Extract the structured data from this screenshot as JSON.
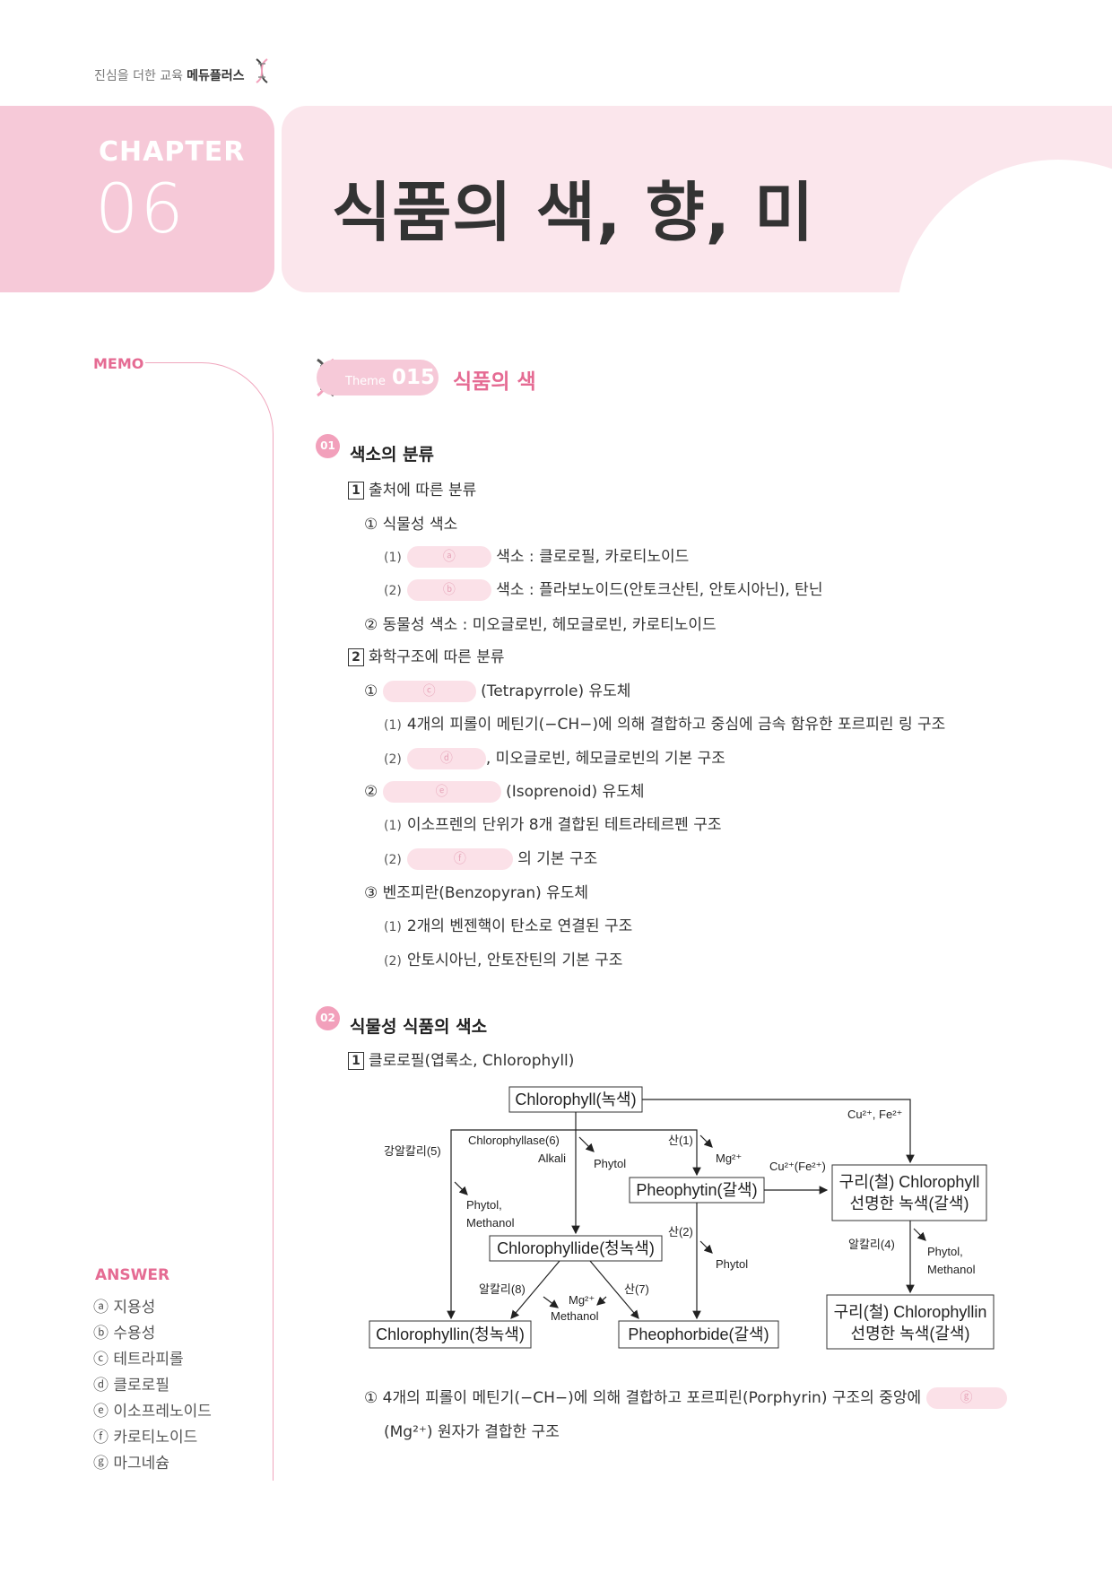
{
  "header": {
    "brand_prefix": "진심을 더한 교육",
    "brand_name": "메듀플러스"
  },
  "chapter": {
    "label": "CHAPTER",
    "number": "06",
    "title": "식품의 색, 향, 미"
  },
  "sidebar": {
    "memo_label": "MEMO",
    "answer_label": "ANSWER",
    "answers": [
      {
        "key": "ⓐ",
        "text": "지용성"
      },
      {
        "key": "ⓑ",
        "text": "수용성"
      },
      {
        "key": "ⓒ",
        "text": "테트라피롤"
      },
      {
        "key": "ⓓ",
        "text": "클로로필"
      },
      {
        "key": "ⓔ",
        "text": "이소프레노이드"
      },
      {
        "key": "ⓕ",
        "text": "카로티노이드"
      },
      {
        "key": "ⓖ",
        "text": "마그네슘"
      }
    ]
  },
  "theme": {
    "small": "Theme",
    "number": "015",
    "title": "식품의 색"
  },
  "section1": {
    "num": "01",
    "title": "색소의 분류",
    "h1_num": "1",
    "h1": "출처에 따른 분류",
    "l1": "① 식물성 색소",
    "l1_1_num": "(1)",
    "l1_1_blank": "ⓐ",
    "l1_1_text": "색소 : 클로로필, 카로티노이드",
    "l1_2_num": "(2)",
    "l1_2_blank": "ⓑ",
    "l1_2_text": "색소 : 플라보노이드(안토크산틴, 안토시아닌), 탄닌",
    "l2": "② 동물성 색소 : 미오글로빈, 헤모글로빈, 카로티노이드",
    "h2_num": "2",
    "h2": "화학구조에 따른 분류",
    "c1_mark": "①",
    "c1_blank": "ⓒ",
    "c1_text": "(Tetrapyrrole) 유도체",
    "c1_1_num": "(1)",
    "c1_1_text": "4개의 피롤이 메틴기(−CH−)에 의해 결합하고 중심에 금속 함유한 포르피린 링 구조",
    "c1_2_num": "(2)",
    "c1_2_blank": "ⓓ",
    "c1_2_text": ", 미오글로빈, 헤모글로빈의 기본 구조",
    "c2_mark": "②",
    "c2_blank": "ⓔ",
    "c2_text": "(Isoprenoid) 유도체",
    "c2_1_num": "(1)",
    "c2_1_text": "이소프렌의 단위가 8개 결합된 테트라테르펜 구조",
    "c2_2_num": "(2)",
    "c2_2_blank": "ⓕ",
    "c2_2_text": "의 기본 구조",
    "c3": "③ 벤조피란(Benzopyran) 유도체",
    "c3_1_num": "(1)",
    "c3_1_text": "2개의 벤젠핵이 탄소로 연결된 구조",
    "c3_2_num": "(2)",
    "c3_2_text": "안토시아닌, 안토잔틴의 기본 구조"
  },
  "section2": {
    "num": "02",
    "title": "식물성 식품의 색소",
    "h1_num": "1",
    "h1": "클로로필(엽록소, Chlorophyll)",
    "note_a": "① 4개의 피롤이 메틴기(−CH−)에 의해 결합하고 포르피린(Porphyrin) 구조의 중앙에",
    "note_blank": "ⓖ",
    "note_b": "(Mg²⁺) 원자가 결합한 구조"
  },
  "diagram": {
    "chlorophyll": "Chlorophyll(녹색)",
    "pheophytin": "Pheophytin(갈색)",
    "copper_chlorophyll_1": "구리(철) Chlorophyll",
    "copper_chlorophyll_2": "선명한 녹색(갈색)",
    "chlorophyllide": "Chlorophyllide(청녹색)",
    "chlorophyllin": "Chlorophyllin(청녹색)",
    "pheophorbide": "Pheophorbide(갈색)",
    "copper_chlorophyllin_1": "구리(철) Chlorophyllin",
    "copper_chlorophyllin_2": "선명한 녹색(갈색)",
    "cu_fe_top": "Cu²⁺, Fe²⁺",
    "cu_fe_mid": "Cu²⁺(Fe²⁺)",
    "strong_alkali": "강알칼리(5)",
    "chlorophyllase": "Chlorophyllase(6)",
    "alkali_word": "Alkali",
    "phytol_1": "Phytol",
    "phytol_methanol_a": "Phytol,",
    "phytol_methanol_b": "Methanol",
    "acid1": "산(1)",
    "mg_1": "Mg²⁺",
    "acid2": "산(2)",
    "phytol_2": "Phytol",
    "alkali4": "알칼리(4)",
    "phytol_methanol2_a": "Phytol,",
    "phytol_methanol2_b": "Methanol",
    "alkali8": "알칼리(8)",
    "mg_2": "Mg²⁺",
    "methanol": "Methanol",
    "acid7": "산(7)"
  }
}
